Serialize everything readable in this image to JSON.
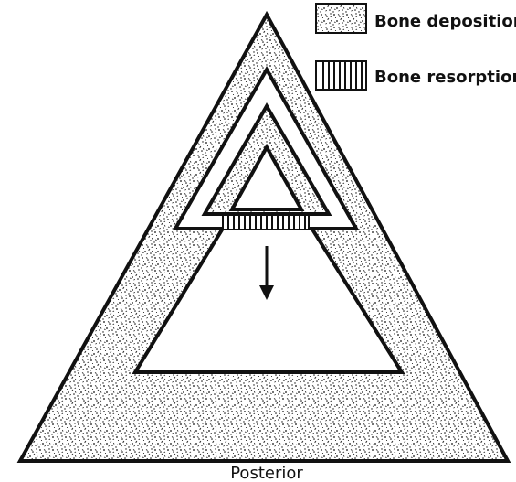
{
  "legend": {
    "deposition_label": "Bone deposition",
    "resorption_label": "Bone resorption"
  },
  "axis": {
    "bottom_label": "Posterior"
  },
  "colors": {
    "ink": "#111111",
    "paper": "#ffffff"
  },
  "icons": {
    "deposition": "stipple-pattern-swatch",
    "resorption": "vertical-lines-swatch",
    "direction": "arrow-down-icon"
  }
}
